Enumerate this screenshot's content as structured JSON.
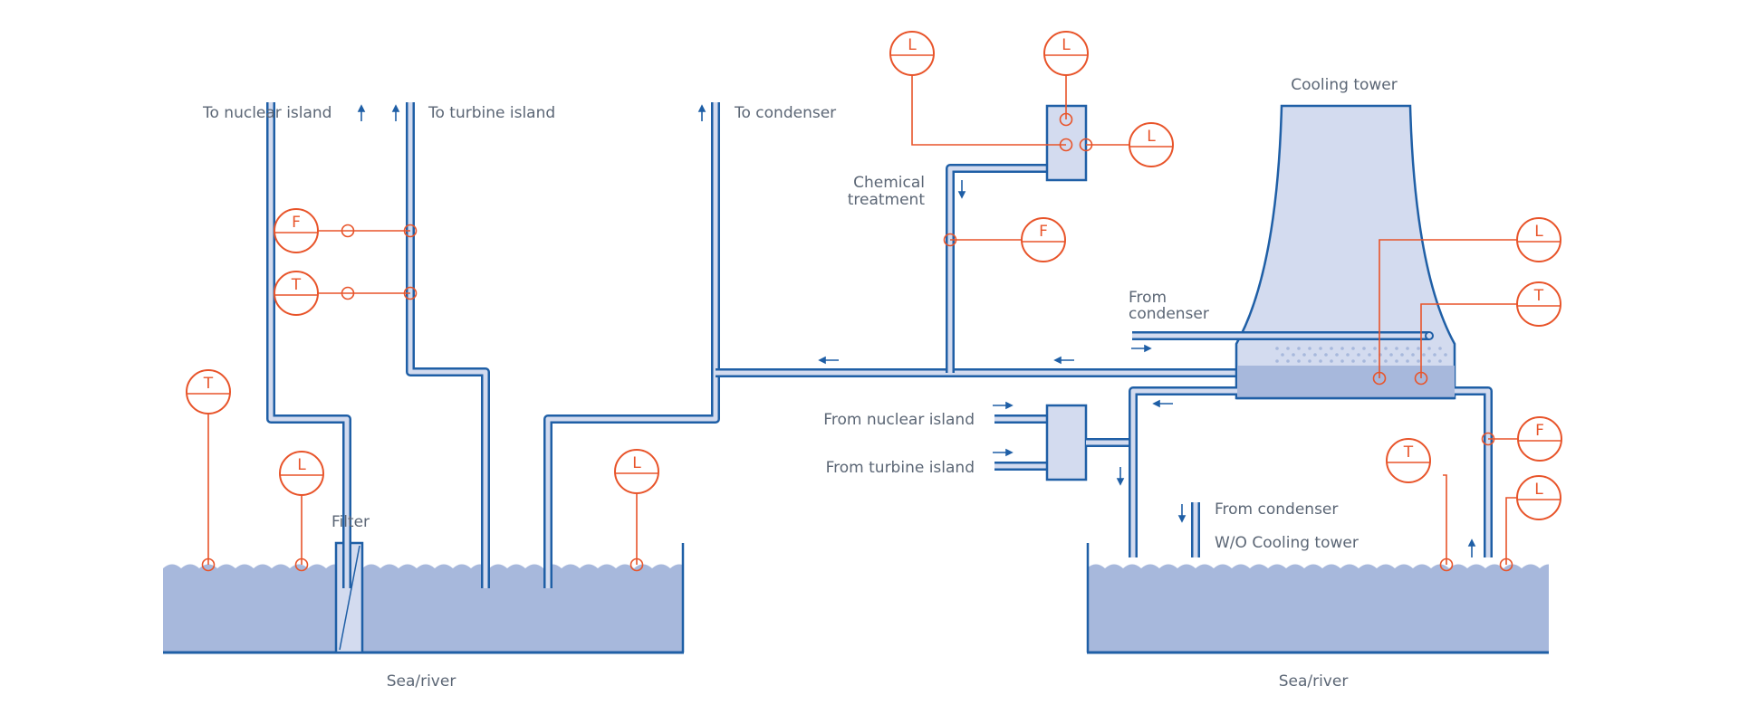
{
  "labels": {
    "to_nuclear_island": "To nuclear island",
    "to_turbine_island": "To turbine island",
    "to_condenser": "To condenser",
    "chemical_treatment_1": "Chemical",
    "chemical_treatment_2": "treatment",
    "cooling_tower": "Cooling tower",
    "from_condenser_1": "From",
    "from_condenser_2": "condenser",
    "from_nuclear_island": "From nuclear island",
    "from_turbine_island": "From turbine island",
    "from_condenser_wo": "From condenser",
    "wo_cooling_tower": "W/O Cooling tower",
    "filter": "Filter",
    "sea_river_left": "Sea/river",
    "sea_river_right": "Sea/river"
  },
  "instruments": {
    "flow": "F",
    "temperature": "T",
    "level": "L"
  },
  "colors": {
    "pipe": "#1f5fa6",
    "pipe_fill": "#d3dbef",
    "water": "#a7b8dc",
    "instrument": "#e8542a",
    "text": "#5b6675"
  }
}
